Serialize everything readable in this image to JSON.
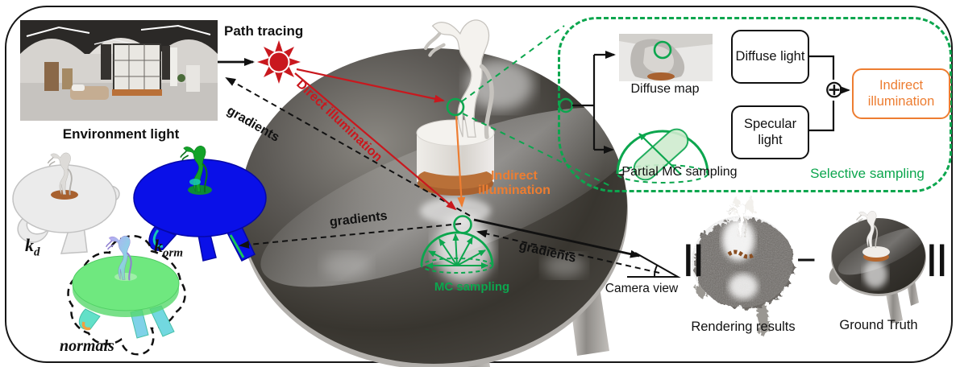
{
  "palette": {
    "green": "#0ca64e",
    "red": "#c9181e",
    "orange": "#ed7d31",
    "kd_color": "#ebebeb",
    "korm_table": "#0a10e8",
    "korm_horse": "#12a228",
    "normals_table": "#6fe87f"
  },
  "scene": {
    "environment_light_label": "Environment light",
    "path_tracing_label": "Path tracing",
    "gradients_env_label": "gradients",
    "gradients_left_label": "gradients",
    "gradients_cam_label": "gradients",
    "direct_illumination_label": "Direct illumination",
    "indirect_illumination_label": "Indirect illumination",
    "mc_sampling_label": "MC sampling",
    "camera_view_label": "Camera view"
  },
  "materials": {
    "kd": {
      "base": "k",
      "sub": "d"
    },
    "korm": {
      "base": "k",
      "sub": "orm"
    },
    "normals_label": "normals"
  },
  "selective_sampling": {
    "diffuse_map_label": "Diffuse map",
    "partial_mc_label": "Partial MC sampling",
    "diffuse_light_label": "Diffuse light",
    "specular_light_label": "Specular light",
    "plus_symbol": "⊕",
    "indirect_box_label": "Indirect illumination",
    "selective_label": "Selective sampling"
  },
  "loss": {
    "left_norm": "||",
    "minus": "−",
    "right_norm": "||",
    "rendering_label": "Rendering results",
    "ground_truth_label": "Ground Truth"
  }
}
